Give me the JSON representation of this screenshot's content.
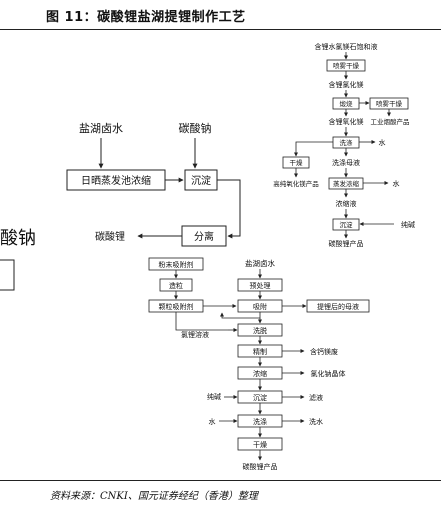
{
  "figure": {
    "title": "图 11：碳酸锂盐湖提锂制作工艺",
    "source": "资料来源：CNKI、国元证券经纪（香港）整理"
  },
  "left_flow": {
    "nodes": {
      "brine": "盐湖卤水",
      "sodium_carbonate": "碳酸钠",
      "solar_evaporation": "日晒蒸发池浓缩",
      "precipitation": "沉淀",
      "separation": "分离",
      "lithium_carbonate": "碳酸锂",
      "cut_text": "酸钠"
    }
  },
  "top_right_flow": {
    "nodes": {
      "start": "含锂水氯镁石饱和液",
      "spray_dry": "喷雾干燥",
      "product1": "含锂氯化镁",
      "calcination": "煅烧",
      "spray_dry2": "喷雾干燥",
      "industrial": "工业烟酸产品",
      "product2": "含锂氧化镁",
      "washing": "洗涤",
      "water1": "水",
      "drying": "干燥",
      "wash_liquid": "洗涤母液",
      "high_purity": "高纯氧化镁产品",
      "evap": "蒸发浓缩",
      "water2": "水",
      "concentrate": "浓缩液",
      "precip": "沉淀",
      "soda": "纯碱",
      "product3": "碳酸锂产品"
    }
  },
  "bottom_flow": {
    "nodes": {
      "adsorbent": "粉末吸附剂",
      "granulation": "造粒",
      "granular_adsorbent": "颗粒吸附剂",
      "lithium_solution": "氯锂溶液",
      "brine": "盐湖卤水",
      "pretreat": "预处理",
      "adsorption": "吸附",
      "mother_liquor": "提锂后的母液",
      "elution": "洗脱",
      "refine": "精制",
      "ca_mg_waste": "含钙镁废",
      "concentrate": "浓缩",
      "nacl_crystal": "氯化钠晶体",
      "soda": "纯碱",
      "precip": "沉淀",
      "filtrate": "滤液",
      "water": "水",
      "wash": "洗涤",
      "washwater": "洗水",
      "dry": "干燥",
      "product": "碳酸锂产品"
    }
  }
}
